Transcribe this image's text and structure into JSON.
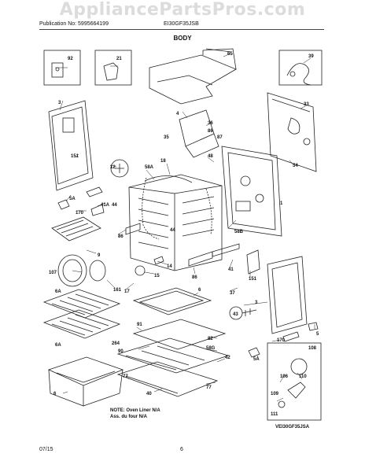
{
  "watermark": "AppliancePartsPros.com",
  "publication": "Publication No: 5995664199",
  "model": "EI30GF35JSB",
  "section_title": "BODY",
  "footer": {
    "date": "07/15",
    "page": "6"
  },
  "note": {
    "line1": "NOTE: Oven Liner N/A",
    "line2": "Ass. du four N/A"
  },
  "figure_code": "VEI30GF35JSA",
  "callouts": {
    "c92": "92",
    "c21": "21",
    "c65": "65",
    "c39": "39",
    "c3": "3",
    "c4": "4",
    "c33": "33",
    "c36": "36",
    "c86a": "86",
    "c35": "35",
    "c87": "87",
    "c151a": "151",
    "c12": "12",
    "c58A": "58A",
    "c18": "18",
    "c48": "48",
    "c54": "54",
    "c5A": "5A",
    "c41A": "41A",
    "c44a": "44",
    "c44b": "44",
    "c1": "1",
    "c170a": "170",
    "c86b": "86",
    "c58B": "58B",
    "c9": "9",
    "c14": "14",
    "c107": "107",
    "c15": "15",
    "c161": "161",
    "c86c": "86",
    "c41": "41",
    "c151b": "151",
    "c17": "17",
    "c37": "37",
    "c6A1": "6A",
    "c6a": "6",
    "c91": "91",
    "c3b": "3",
    "c43": "43",
    "c6A2": "6A",
    "c264": "264",
    "c90": "90",
    "c82": "82",
    "c58G": "58G",
    "c42": "42",
    "c5": "5",
    "c170b": "170",
    "c5Ab": "5A",
    "c108": "108",
    "c6b": "6",
    "c77a": "77",
    "c77b": "77",
    "c40": "40",
    "c106": "106",
    "c109": "109",
    "c111": "111",
    "c110": "110"
  }
}
